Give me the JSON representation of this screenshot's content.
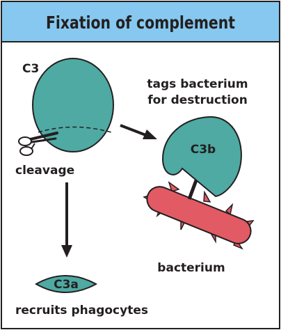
{
  "title": "Fixation of complement",
  "labels": {
    "c3": "C3",
    "tags_line1": "tags bacterium",
    "tags_line2": "for destruction",
    "c3b": "C3b",
    "cleavage": "cleavage",
    "bacterium": "bacterium",
    "c3a": "C3a",
    "recruits": "recruits phagocytes"
  },
  "icons": {
    "cleavage_tool": "scissors-icon"
  },
  "colors": {
    "title_bar": "#86c8ef",
    "complement_protein": "#4eaaa3",
    "bacterium": "#e25a63",
    "outline": "#231f20"
  }
}
